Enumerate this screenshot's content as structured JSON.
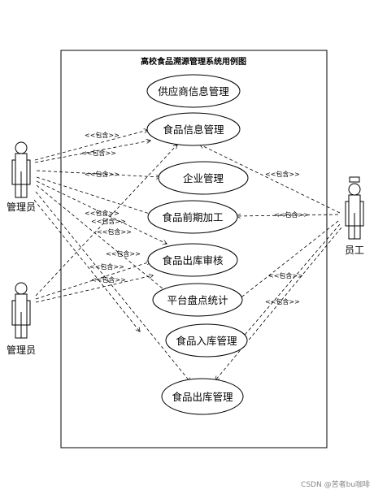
{
  "system": {
    "title": "高校食品溯源管理系统用例图"
  },
  "actors": {
    "admin1": {
      "label": "管理员"
    },
    "admin2": {
      "label": "管理员"
    },
    "staff": {
      "label": "员工"
    }
  },
  "usecases": {
    "supplier": "供应商信息管理",
    "food_info": "食品信息管理",
    "enterprise": "企业管理",
    "pre_process": "食品前期加工",
    "outbound_review": "食品出库审核",
    "inventory": "平台盘点统计",
    "inbound": "食品入库管理",
    "outbound": "食品出库管理"
  },
  "relation_label": "<<包含>>",
  "watermark": "CSDN @苦者bu咖啡",
  "colors": {
    "line": "#000000",
    "background": "#ffffff"
  }
}
